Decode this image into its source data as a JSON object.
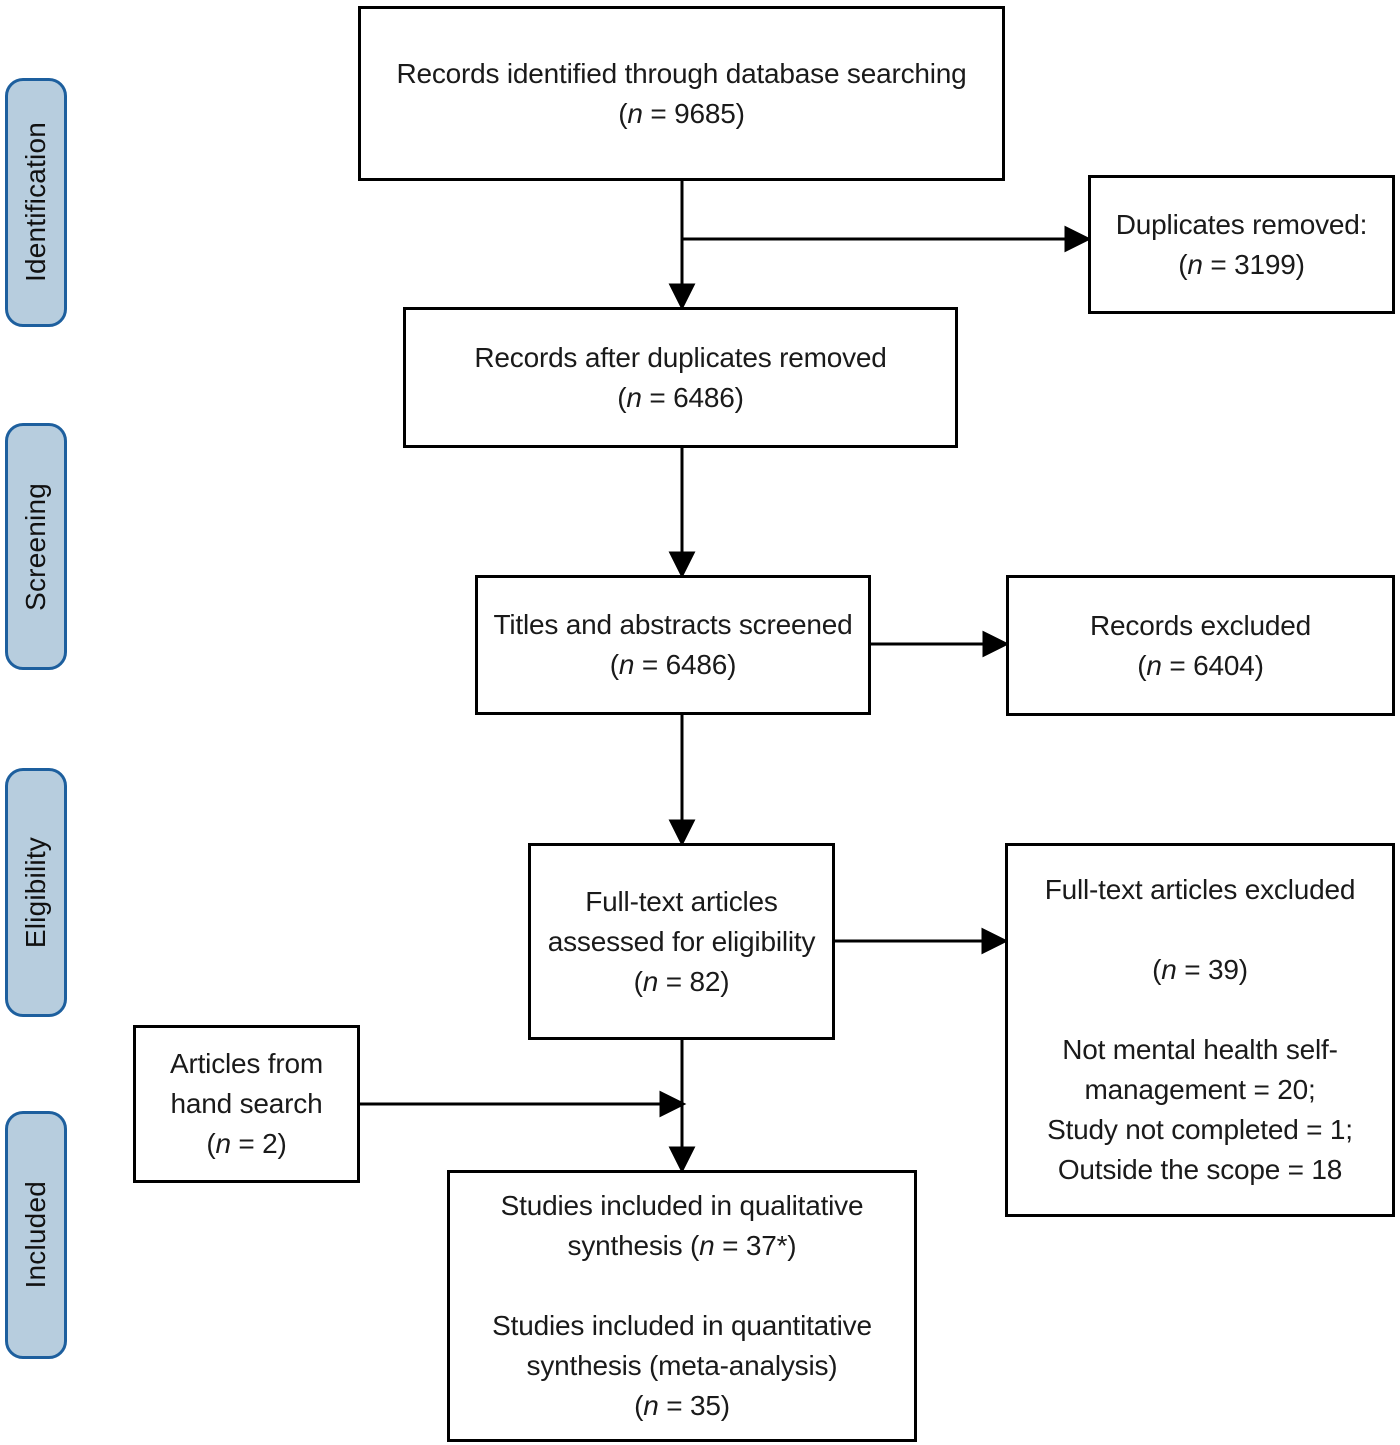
{
  "theme": {
    "stage_fill": "#b7cdde",
    "stage_border": "#1d5f9e",
    "box_bg": "#ffffff",
    "box_border": "#000000",
    "arrow_color": "#000000",
    "text_color": "#1a1a1a"
  },
  "diagram": {
    "type": "prisma-flow",
    "stage_labels": [
      {
        "id": "identification",
        "label": "Identification"
      },
      {
        "id": "screening",
        "label": "Screening"
      },
      {
        "id": "eligibility",
        "label": "Eligibility"
      },
      {
        "id": "included",
        "label": "Included"
      }
    ],
    "boxes": [
      {
        "id": "records-identified",
        "lines": [
          "Records identified through database searching",
          "(n = 9685)"
        ]
      },
      {
        "id": "duplicates-removed",
        "lines": [
          "Duplicates removed:",
          "(n = 3199)"
        ]
      },
      {
        "id": "records-after-duplicates",
        "lines": [
          "Records after duplicates removed",
          "(n = 6486)"
        ]
      },
      {
        "id": "titles-abstracts-screened",
        "lines": [
          "Titles and abstracts screened",
          "(n = 6486)"
        ]
      },
      {
        "id": "records-excluded",
        "lines": [
          "Records excluded",
          "(n = 6404)"
        ]
      },
      {
        "id": "fulltext-assessed",
        "lines": [
          "Full-text articles",
          "assessed for eligibility",
          "(n = 82)"
        ]
      },
      {
        "id": "fulltext-excluded",
        "lines": [
          "Full-text articles excluded",
          "",
          "(n = 39)",
          "",
          "Not mental health self-",
          "management = 20;",
          "Study not completed = 1;",
          "Outside the scope = 18"
        ]
      },
      {
        "id": "hand-search",
        "lines": [
          "Articles from",
          "hand search",
          "(n = 2)"
        ]
      },
      {
        "id": "studies-included",
        "lines": [
          "Studies included in qualitative",
          "synthesis (n = 37*)",
          "",
          "Studies included in quantitative",
          "synthesis (meta-analysis)",
          "(n = 35)"
        ]
      }
    ]
  }
}
